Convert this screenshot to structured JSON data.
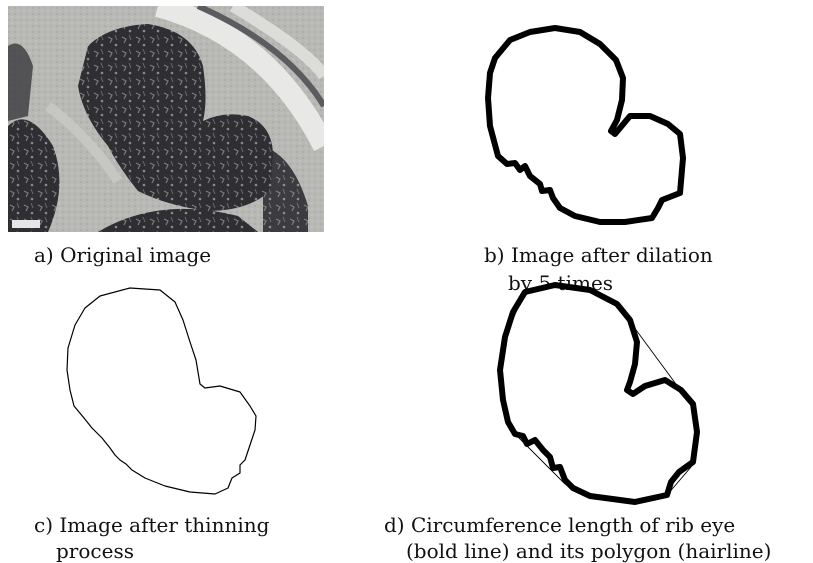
{
  "panels": {
    "a": {
      "caption": "a) Original image"
    },
    "b": {
      "caption_line1": "b) Image after dilation",
      "caption_line2": "by 5 times"
    },
    "c": {
      "caption_line1": "c) Image after thinning",
      "caption_line2": "process"
    },
    "d": {
      "caption_line1": "d) Circumference length of rib eye",
      "caption_line2": "(bold line) and its polygon (hairline)"
    }
  },
  "colors": {
    "photo_background": "#b9b9b6",
    "muscle_dark": "#2f2f33",
    "outline": "#000000"
  }
}
